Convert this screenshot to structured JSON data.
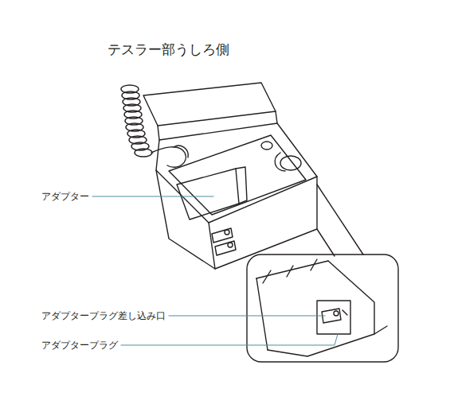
{
  "diagram": {
    "title": "テスラー部うしろ側",
    "labels": [
      "アダプター",
      "アダプタープラグ差し込み口",
      "アダプタープラグ"
    ]
  }
}
